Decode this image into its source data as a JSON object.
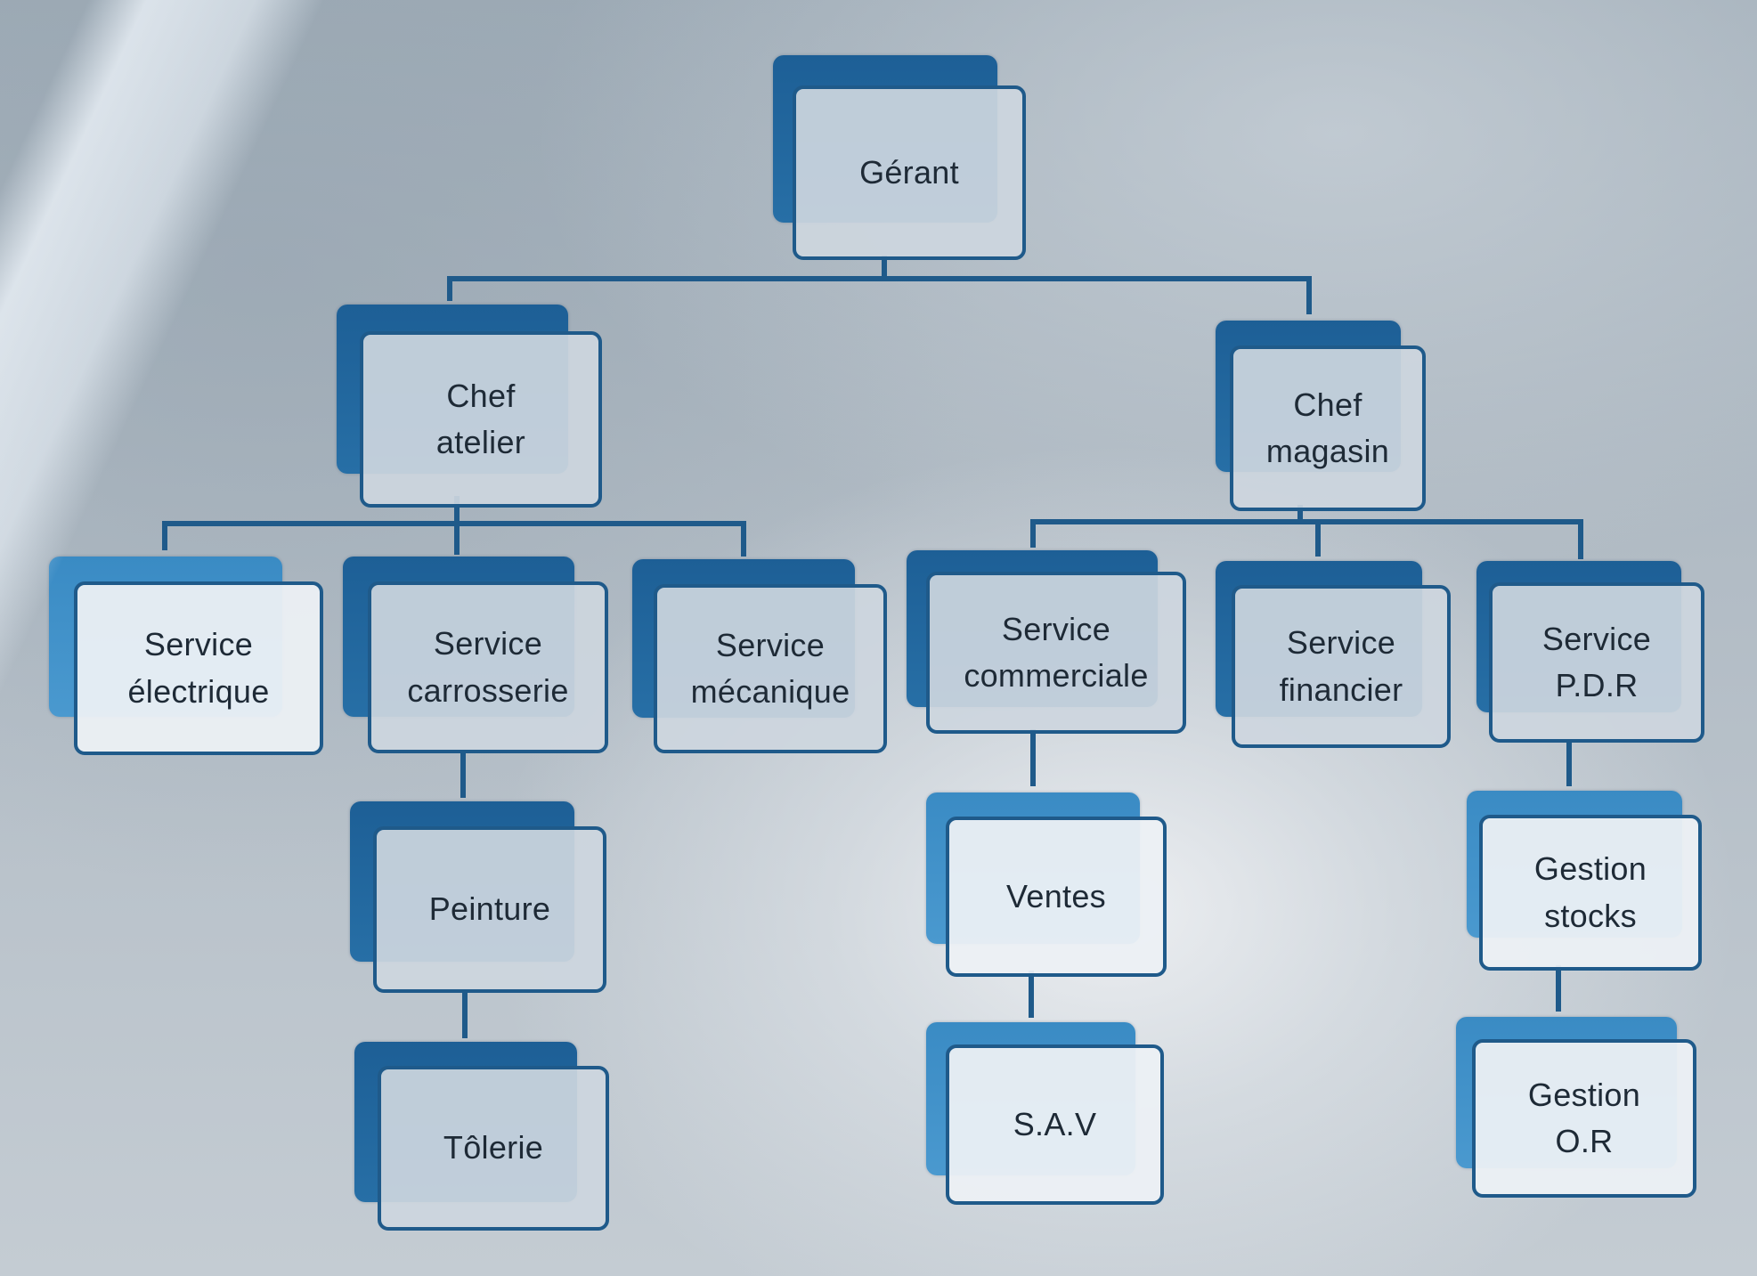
{
  "diagram": {
    "type": "org-chart",
    "nodes": {
      "gerant": "Gérant",
      "chef_atelier": "Chef\natelier",
      "chef_magasin": "Chef\nmagasin",
      "service_electrique": "Service\nélectrique",
      "service_carrosserie": "Service\ncarrosserie",
      "service_mecanique": "Service\nmécanique",
      "service_commerciale": "Service\ncommerciale",
      "service_financier": "Service\nfinancier",
      "service_pdr": "Service\nP.D.R",
      "peinture": "Peinture",
      "tolerie": "Tôlerie",
      "ventes": "Ventes",
      "sav": "S.A.V",
      "gestion_stocks": "Gestion\nstocks",
      "gestion_or": "Gestion\nO.R"
    },
    "edges": [
      [
        "gerant",
        "chef_atelier"
      ],
      [
        "gerant",
        "chef_magasin"
      ],
      [
        "chef_atelier",
        "service_electrique"
      ],
      [
        "chef_atelier",
        "service_carrosserie"
      ],
      [
        "chef_atelier",
        "service_mecanique"
      ],
      [
        "chef_magasin",
        "service_commerciale"
      ],
      [
        "chef_magasin",
        "service_financier"
      ],
      [
        "chef_magasin",
        "service_pdr"
      ],
      [
        "service_carrosserie",
        "peinture"
      ],
      [
        "peinture",
        "tolerie"
      ],
      [
        "service_commerciale",
        "ventes"
      ],
      [
        "ventes",
        "sav"
      ],
      [
        "service_pdr",
        "gestion_stocks"
      ],
      [
        "gestion_stocks",
        "gestion_or"
      ]
    ],
    "colors": {
      "box_border": "#1f5a8a",
      "box_shadow": "#1d5f96",
      "connector": "#1f5a8a"
    }
  }
}
